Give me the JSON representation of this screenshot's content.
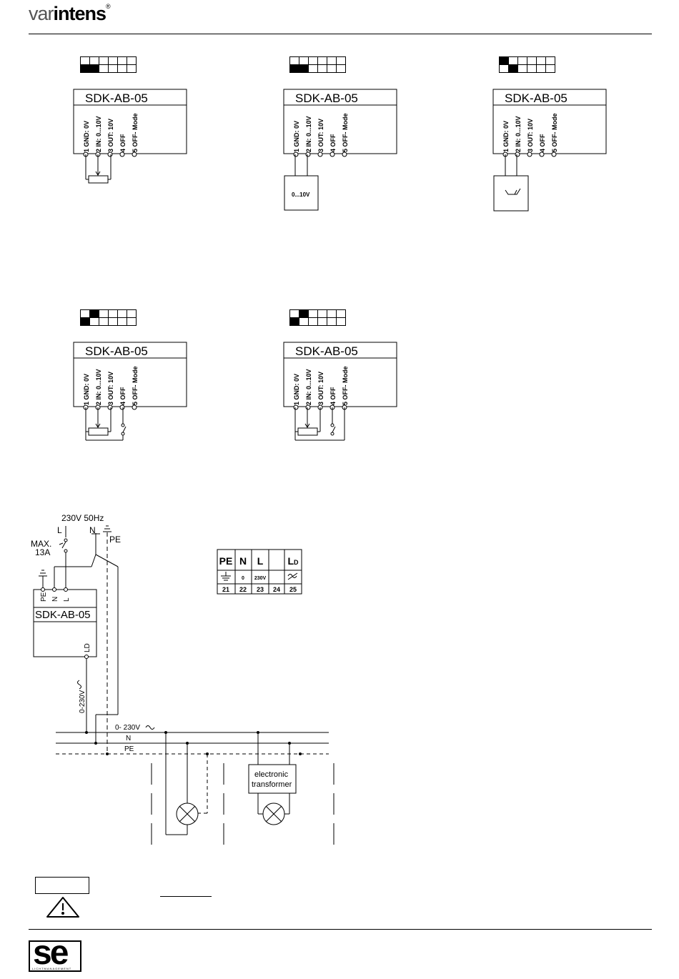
{
  "header": {
    "brand_prefix": "var",
    "brand_suffix": "intens",
    "brand_mark": "®"
  },
  "module": {
    "name": "SDK-AB-05",
    "terminals": [
      "1 GND: 0V",
      "2 IN: 0...10V",
      "3 OUT: 10V",
      "4 OFF",
      "5 OFF- Mode"
    ]
  },
  "dip_panels": [
    {
      "row1": [
        0,
        0,
        0,
        0,
        0,
        0
      ],
      "row2": [
        1,
        1,
        0,
        0,
        0,
        0
      ]
    },
    {
      "row1": [
        0,
        0,
        0,
        0,
        0,
        0
      ],
      "row2": [
        1,
        1,
        0,
        0,
        0,
        0
      ]
    },
    {
      "row1": [
        1,
        0,
        0,
        0,
        0,
        0
      ],
      "row2": [
        0,
        1,
        0,
        0,
        0,
        0
      ]
    },
    {
      "row1": [
        0,
        1,
        0,
        0,
        0,
        0
      ],
      "row2": [
        1,
        0,
        0,
        0,
        0,
        0
      ]
    },
    {
      "row1": [
        0,
        1,
        0,
        0,
        0,
        0
      ],
      "row2": [
        1,
        0,
        0,
        0,
        0,
        0
      ]
    }
  ],
  "voltage_source_label": "0...10V",
  "wiring": {
    "mains": "230V  50Hz",
    "l": "L",
    "n": "N",
    "pe": "PE",
    "max_line1": "MAX.",
    "max_line2": "13A",
    "terminal_pe": "PE",
    "terminal_n": "N",
    "terminal_l": "L",
    "ld": "LD",
    "output_label": "0-230V",
    "bus_label": "0- 230V",
    "bus_n": "N",
    "bus_pe": "PE",
    "transformer_line1": "electronic",
    "transformer_line2": "transformer"
  },
  "terminal_block": {
    "headers": [
      "PE",
      "N",
      "L",
      "",
      "L"
    ],
    "header_sub": "D",
    "values": [
      "",
      "0",
      "230V",
      "",
      ""
    ],
    "numbers": [
      "21",
      "22",
      "23",
      "24",
      "25"
    ]
  },
  "footer": {
    "logo_text": "se",
    "logo_sub": "LICHTMANAGEMENT"
  }
}
